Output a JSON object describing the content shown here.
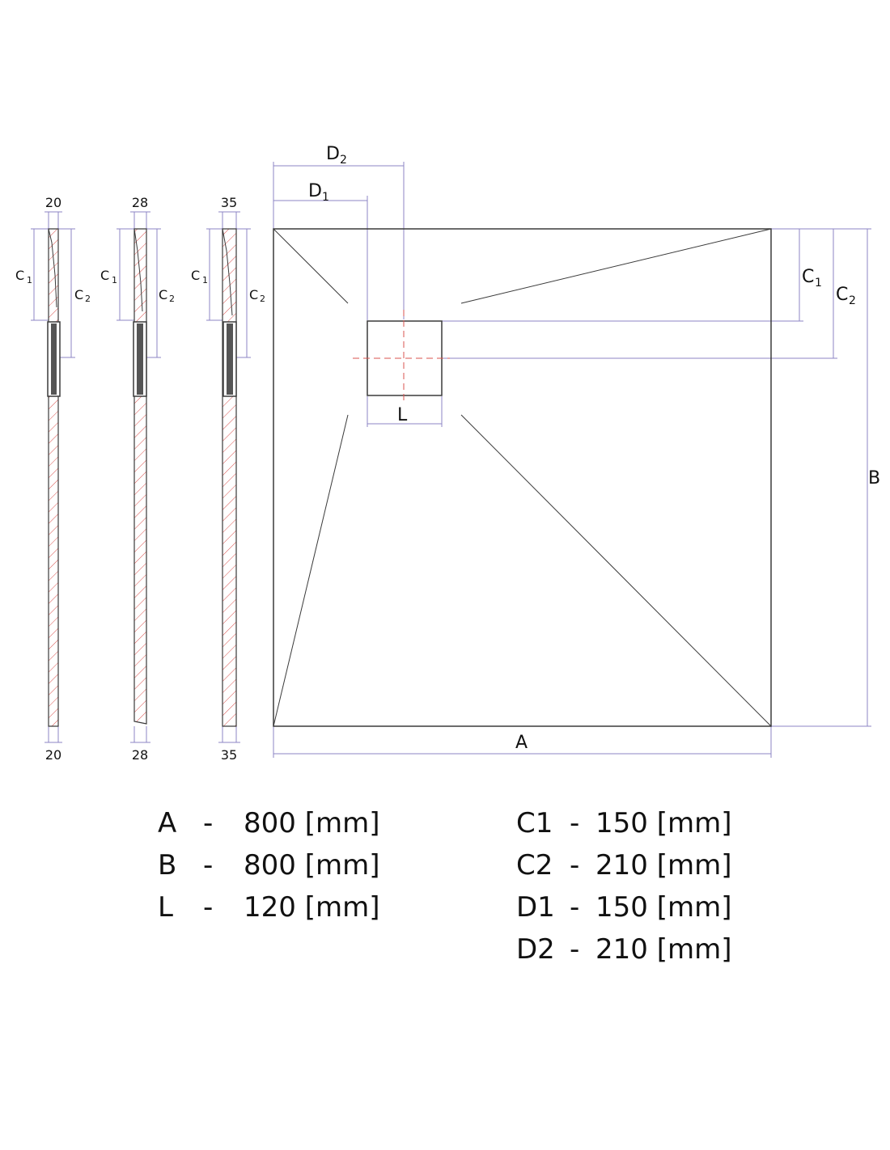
{
  "diagram": {
    "profiles": [
      {
        "thickness": "20"
      },
      {
        "thickness": "28"
      },
      {
        "thickness": "35"
      }
    ],
    "labels": {
      "A": "A",
      "B": "B",
      "L": "L",
      "C1": "C",
      "C2": "C",
      "D1": "D",
      "D2": "D",
      "sub1": "1",
      "sub2": "2"
    }
  },
  "legend": {
    "left": [
      {
        "key": "A",
        "sep": "-",
        "value": "800 [mm]"
      },
      {
        "key": "B",
        "sep": "-",
        "value": "800 [mm]"
      },
      {
        "key": "L",
        "sep": "-",
        "value": "120 [mm]"
      }
    ],
    "right": [
      {
        "key": "C1",
        "sep": "-",
        "value": "150 [mm]"
      },
      {
        "key": "C2",
        "sep": "-",
        "value": "210 [mm]"
      },
      {
        "key": "D1",
        "sep": "-",
        "value": "150 [mm]"
      },
      {
        "key": "D2",
        "sep": "-",
        "value": "210 [mm]"
      }
    ]
  },
  "colors": {
    "outline": "#3a3a3a",
    "dimension": "#8c86c4",
    "hatch": "#d9534f"
  }
}
